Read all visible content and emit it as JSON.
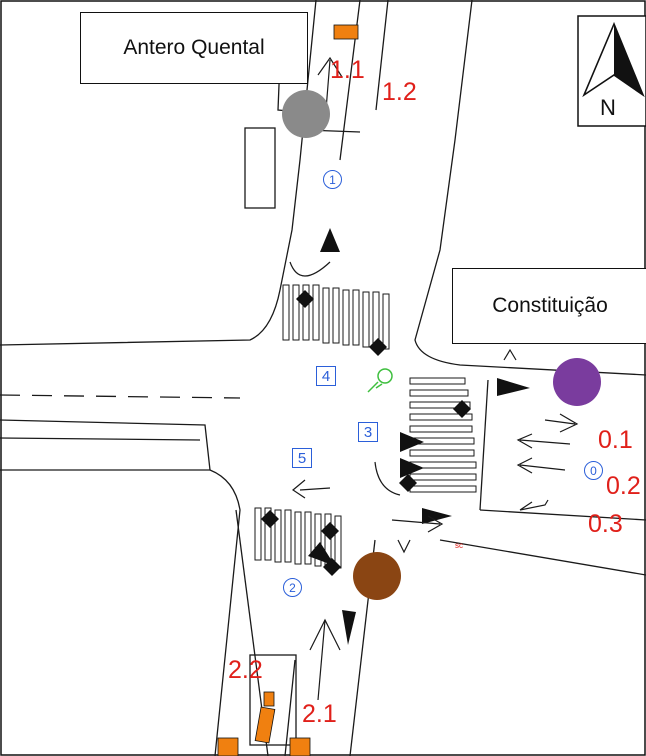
{
  "map": {
    "street_labels": {
      "antero_quental": "Antero Quental",
      "constituicao": "Constituição"
    },
    "compass": {
      "letter": "N"
    },
    "approach_labels": {
      "a1_1": "1.1",
      "a1_2": "1.2",
      "a0_1": "0.1",
      "a0_2": "0.2",
      "a0_3": "0.3",
      "a2_1": "2.1",
      "a2_2": "2.2"
    },
    "phase_boxes": {
      "p3": "3",
      "p4": "4",
      "p5": "5"
    },
    "approach_circles": {
      "c0": "0",
      "c1": "1",
      "c2": "2"
    },
    "stop_marker": "sc",
    "camera_markers": [
      {
        "name": "gray",
        "color": "#8a8a8a"
      },
      {
        "name": "purple",
        "color": "#7a3c9e"
      },
      {
        "name": "brown",
        "color": "#8a4513"
      }
    ],
    "colors": {
      "road_line": "#1a1a1a",
      "label_red": "#e0201a",
      "phase_blue": "#2b5fd9",
      "vehicle_orange": "#f08010",
      "pedestrian_green": "#3fbf3f"
    }
  }
}
